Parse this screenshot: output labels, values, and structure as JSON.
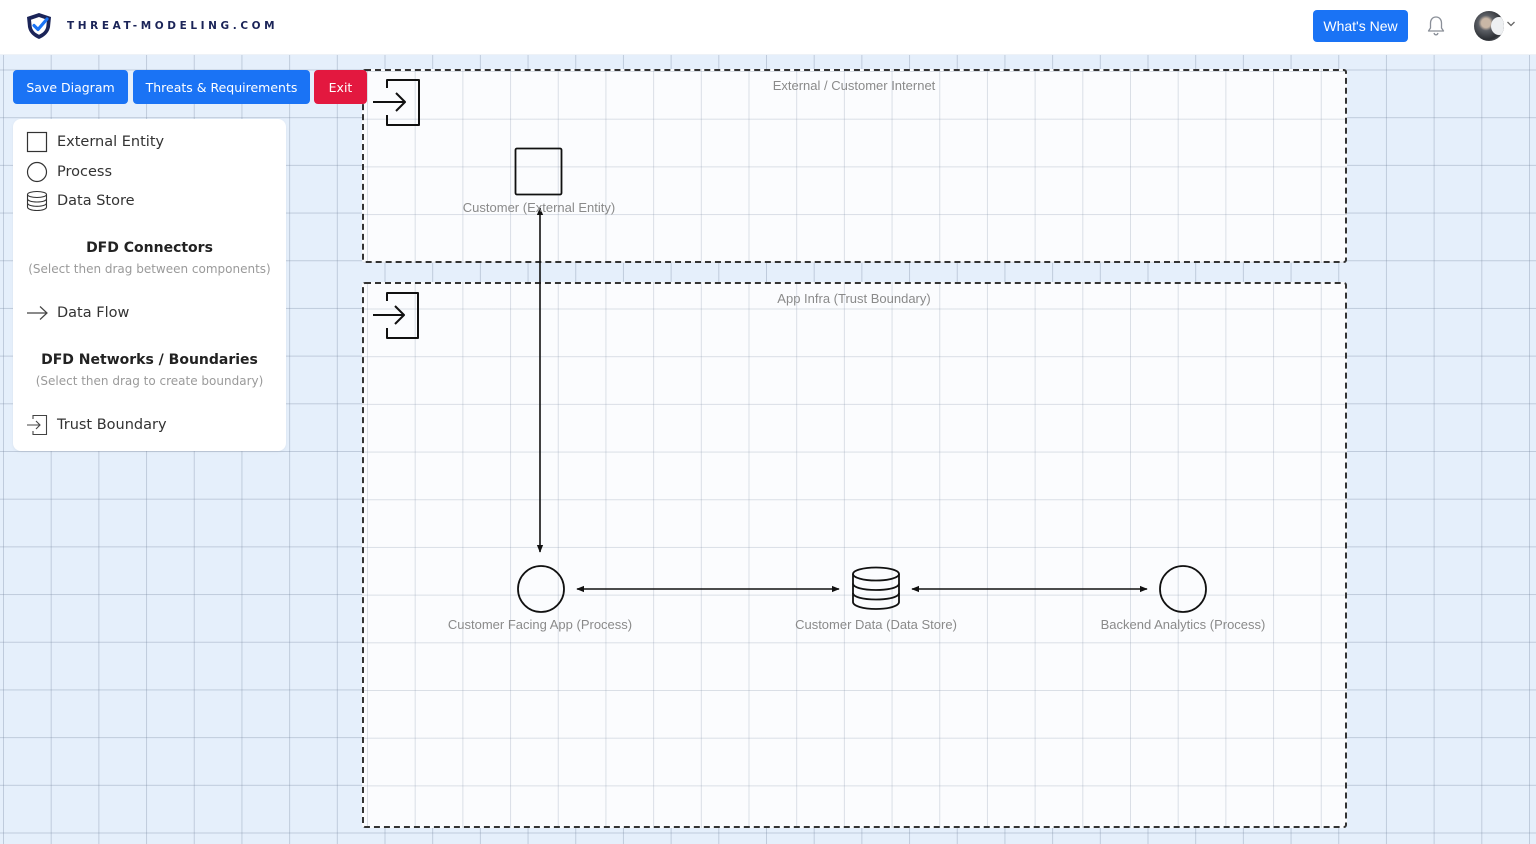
{
  "header": {
    "logo_text": "THREAT-MODELING.COM",
    "whats_new_label": "What's New",
    "accent_color": "#1a73f5"
  },
  "toolbar": {
    "save_label": "Save Diagram",
    "threats_label": "Threats & Requirements",
    "exit_label": "Exit",
    "exit_color": "#e3183f"
  },
  "palette": {
    "components": [
      {
        "label": "External Entity",
        "icon": "square-icon"
      },
      {
        "label": "Process",
        "icon": "circle-icon"
      },
      {
        "label": "Data Store",
        "icon": "database-icon"
      }
    ],
    "connectors_heading": "DFD Connectors",
    "connectors_hint": "(Select then drag between components)",
    "connectors": [
      {
        "label": "Data Flow",
        "icon": "arrow-right-icon"
      }
    ],
    "boundaries_heading": "DFD Networks / Boundaries",
    "boundaries_hint": "(Select then drag to create boundary)",
    "boundaries": [
      {
        "label": "Trust Boundary",
        "icon": "trust-boundary-icon"
      }
    ]
  },
  "diagram": {
    "boundaries": [
      {
        "label": "External / Customer Internet"
      },
      {
        "label": "App Infra (Trust Boundary)"
      }
    ],
    "nodes": [
      {
        "label": "Customer (External Entity)",
        "type": "external-entity"
      },
      {
        "label": "Customer Facing App (Process)",
        "type": "process"
      },
      {
        "label": "Customer Data (Data Store)",
        "type": "data-store"
      },
      {
        "label": "Backend Analytics (Process)",
        "type": "process"
      }
    ],
    "flows": [
      {
        "from": "Customer (External Entity)",
        "to": "Customer Facing App (Process)",
        "direction": "bidirectional"
      },
      {
        "from": "Customer Facing App (Process)",
        "to": "Customer Data (Data Store)",
        "direction": "bidirectional"
      },
      {
        "from": "Customer Data (Data Store)",
        "to": "Backend Analytics (Process)",
        "direction": "bidirectional"
      }
    ]
  }
}
